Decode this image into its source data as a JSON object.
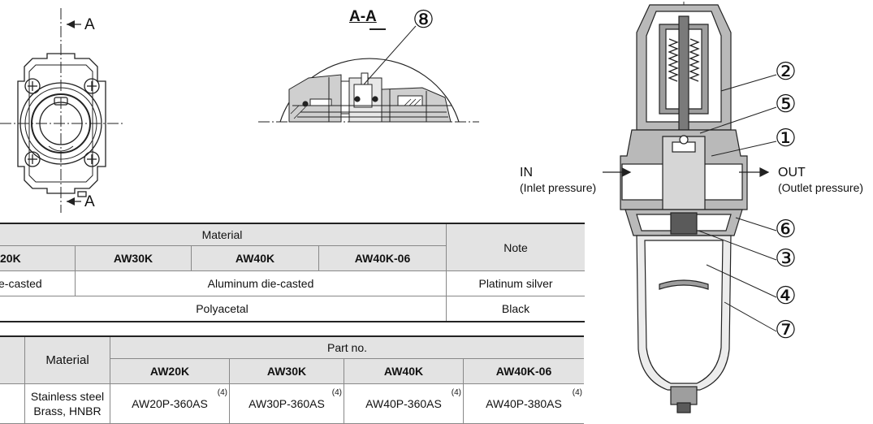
{
  "section_label": "A-A",
  "cut_marks": {
    "top": "A",
    "bottom": "A"
  },
  "callouts": [
    "①",
    "②",
    "③",
    "④",
    "⑤",
    "⑥",
    "⑦",
    "⑧"
  ],
  "flow": {
    "in_label": "IN",
    "in_sub": "(Inlet pressure)",
    "out_label": "OUT",
    "out_sub": "(Outlet pressure)"
  },
  "table1": {
    "material_header": "Material",
    "note_header": "Note",
    "models": [
      "20K",
      "AW30K",
      "AW40K",
      "AW40K-06"
    ],
    "rows": [
      {
        "first": "e-casted",
        "rest": "Aluminum die-casted",
        "note": "Platinum silver"
      },
      {
        "span": "Polyacetal",
        "note": "Black"
      }
    ]
  },
  "table2": {
    "material_header": "Material",
    "partno_header": "Part no.",
    "models": [
      "AW20K",
      "AW30K",
      "AW40K",
      "AW40K-06"
    ],
    "row": {
      "material": "Stainless steel",
      "material2": "Brass, HNBR",
      "sup": "(4)",
      "parts": [
        "AW20P-360AS",
        "AW30P-360AS",
        "AW40P-360AS",
        "AW40P-380AS"
      ]
    }
  }
}
